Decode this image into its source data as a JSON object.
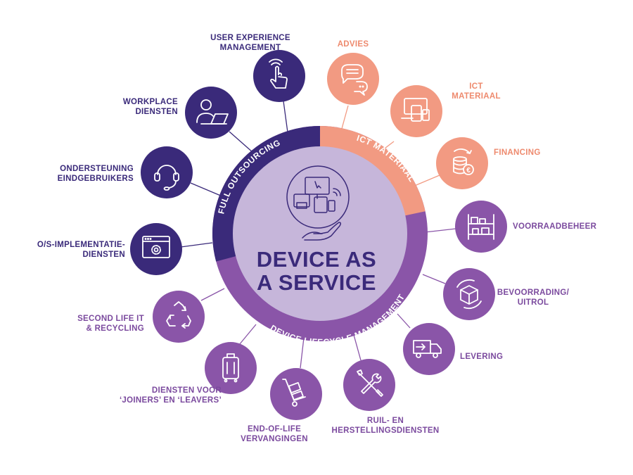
{
  "center": {
    "line1": "DEVICE AS",
    "line2": "A SERVICE"
  },
  "ring": {
    "full_outsourcing": "FULL OUTSOURCING",
    "ict_materiaal": "ICT MATERIAAL",
    "lifecycle": "DEVICE LIFECYCLE MANAGEMENT"
  },
  "colors": {
    "dark": "#3a2a7a",
    "coral": "#f29a82",
    "mid": "#8a55a8",
    "center_fill": "#c6b6da"
  },
  "nodes": [
    {
      "id": "user-experience",
      "line1": "USER EXPERIENCE",
      "line2": "MANAGEMENT",
      "icon": "touch-hand-icon",
      "group": "dark"
    },
    {
      "id": "workplace",
      "line1": "WORKPLACE",
      "line2": "DIENSTEN",
      "icon": "laptop-user-icon",
      "group": "dark"
    },
    {
      "id": "ondersteuning",
      "line1": "ONDERSTEUNING",
      "line2": "EINDGEBRUIKERS",
      "icon": "headset-icon",
      "group": "dark"
    },
    {
      "id": "os-implementatie",
      "line1": "O/S-IMPLEMENTATIE-",
      "line2": "DIENSTEN",
      "icon": "browser-gear-icon",
      "group": "dark"
    },
    {
      "id": "advies",
      "line1": "ADVIES",
      "line2": "",
      "icon": "chat-bubbles-icon",
      "group": "coral"
    },
    {
      "id": "ict-materiaal",
      "line1": "ICT",
      "line2": "MATERIAAL",
      "icon": "devices-icon",
      "group": "coral"
    },
    {
      "id": "financing",
      "line1": "FINANCING",
      "line2": "",
      "icon": "coins-euro-icon",
      "group": "coral"
    },
    {
      "id": "voorraadbeheer",
      "line1": "VOORRAADBEHEER",
      "line2": "",
      "icon": "shelves-icon",
      "group": "mid"
    },
    {
      "id": "bevoorrading",
      "line1": "BEVOORRADING/",
      "line2": "UITROL",
      "icon": "box-cycle-icon",
      "group": "mid"
    },
    {
      "id": "levering",
      "line1": "LEVERING",
      "line2": "",
      "icon": "delivery-truck-icon",
      "group": "mid"
    },
    {
      "id": "ruil",
      "line1": "RUIL- EN",
      "line2": "HERSTELLINGSDIENSTEN",
      "icon": "wrench-screwdriver-icon",
      "group": "mid"
    },
    {
      "id": "end-of-life",
      "line1": "END-OF-LIFE",
      "line2": "VERVANGINGEN",
      "icon": "hand-truck-icon",
      "group": "mid"
    },
    {
      "id": "joiners-leavers",
      "line1": "DIENSTEN VOOR",
      "line2": "‘JOINERS’ EN ‘LEAVERS’",
      "icon": "suitcase-icon",
      "group": "mid"
    },
    {
      "id": "second-life",
      "line1": "SECOND LIFE IT",
      "line2": "& RECYCLING",
      "icon": "recycle-icon",
      "group": "mid"
    }
  ]
}
